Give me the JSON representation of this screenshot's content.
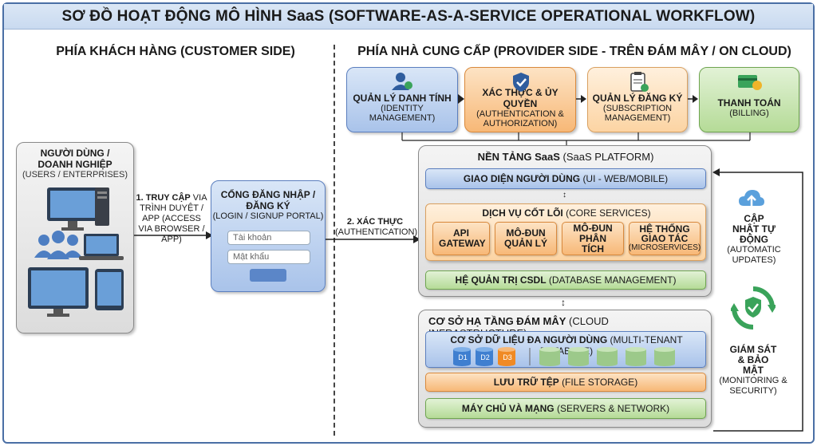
{
  "title": "SƠ ĐỒ HOẠT ĐỘNG MÔ HÌNH SaaS (SOFTWARE-AS-A-SERVICE OPERATIONAL WORKFLOW)",
  "customer": {
    "heading": "PHÍA KHÁCH HÀNG (CUSTOMER SIDE)",
    "users_title": "NGƯỜI DÙNG / DOANH NGHIỆP",
    "users_sub": "(USERS / ENTERPRISES)",
    "step1_bold": "1. TRUY CẬP",
    "step1_rest": "VIA TRÌNH DUYỆT / APP (ACCESS VIA BROWSER / APP)",
    "portal_title": "CỔNG ĐĂNG NHẬP / ĐĂNG KÝ",
    "portal_sub": "(LOGIN / SIGNUP PORTAL)",
    "account_placeholder": "Tài khoản",
    "password_placeholder": "Mật khẩu",
    "step2_bold": "2. XÁC THỰC",
    "step2_sub": "(AUTHENTICATION)"
  },
  "provider": {
    "heading": "PHÍA NHÀ CUNG CẤP (PROVIDER SIDE - TRÊN ĐÁM MÂY / ON CLOUD)",
    "top": [
      {
        "title": "QUẢN LÝ DANH TÍNH",
        "sub": "(IDENTITY MANAGEMENT)"
      },
      {
        "title": "XÁC THỰC & ỦY QUYỀN",
        "sub": "(AUTHENTICATION & AUTHORIZATION)"
      },
      {
        "title": "QUẢN LÝ ĐĂNG KÝ",
        "sub": "(SUBSCRIPTION MANAGEMENT)"
      },
      {
        "title": "THANH TOÁN",
        "sub": "(BILLING)"
      }
    ],
    "platform": {
      "title": "NỀN TẢNG SaaS",
      "title_sub": "(SaaS PLATFORM)",
      "ui_bold": "GIAO DIỆN NGƯỜI DÙNG",
      "ui_rest": "(UI - WEB/MOBILE)",
      "core_bold": "DỊCH VỤ CỐT LÕI",
      "core_rest": "(CORE SERVICES)",
      "modules": [
        {
          "title": "API GATEWAY",
          "sub": ""
        },
        {
          "title": "MÔ-ĐUN QUẢN LÝ",
          "sub": ""
        },
        {
          "title": "MÔ-ĐUN PHÂN TÍCH",
          "sub": ""
        },
        {
          "title": "HỆ THỐNG GIAO TÁC",
          "sub": "(MICROSERVICES)"
        }
      ],
      "db_bold": "HỆ QUẢN TRỊ CSDL",
      "db_rest": "(DATABASE MANAGEMENT)"
    },
    "infra": {
      "title": "CƠ SỞ HẠ TẦNG ĐÁM MÂY",
      "title_sub": "(CLOUD INFRASTRUCTURE)",
      "mtdb_bold": "CƠ SỞ DỮ LIỆU ĐA NGƯỜI DÙNG",
      "mtdb_rest": "(MULTI-TENANT DATABASE)",
      "dbs": [
        "D1",
        "D2",
        "D3"
      ],
      "storage_bold": "LƯU TRỮ TỆP",
      "storage_rest": "(FILE STORAGE)",
      "servers_bold": "MÁY CHỦ VÀ MẠNG",
      "servers_rest": "(SERVERS & NETWORK)"
    },
    "updates_title": "CẬP NHẬT TỰ ĐỘNG",
    "updates_sub": "(AUTOMATIC UPDATES)",
    "monitor_title": "GIÁM SÁT & BẢO MẬT",
    "monitor_sub": "(MONITORING & SECURITY)"
  },
  "colors": {
    "blue_db": "#3f7fd0",
    "orange_db": "#f08a24",
    "green_cyl": "#9cc98a",
    "arrow": "#222222"
  }
}
